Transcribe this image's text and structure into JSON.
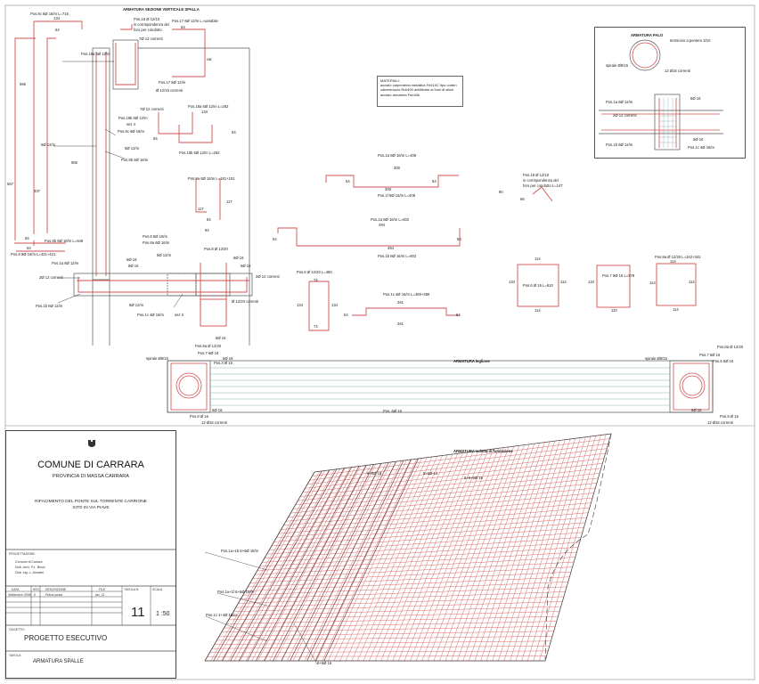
{
  "sections": {
    "armatura_sezione": "ARMATURA SEZIONE VERTICALE SPALLA",
    "armatura_palo": "ARMATURA PALO",
    "armatura_leglione": "ARMATURA leglione",
    "armatura_soletta": "ARMATURA soletta di fondazione"
  },
  "materiali": {
    "title": "MATERIALI:",
    "lines": [
      "acciaio carpenteria metallica Fe510C tipo corten",
      "calcestruzzo Rck400 additivato ai fumi di silice",
      "acciaio armatura Feb44k"
    ]
  },
  "bars": {
    "pos9c": "Pos.9c 6Ø 16/m L=716",
    "pos16": "Pos.16 Ø 12/10",
    "pos16_note1": "in corrispondenza del",
    "pos16_note2": "foro per condotto",
    "pos17": "Pos.17 6Ø 12/m L=variabile",
    "pos7_12": "7Ø 12 correnti",
    "pos18a_12": "Pos.18a 6Ø 12/m",
    "pos17b": "Pos.17 6Ø 12/m",
    "c12_15": "Ø 12/15 correnti",
    "pos18b": "Pos.18b 6Ø 12/m",
    "sez4": "sez 4",
    "pos9c2": "Pos.9c 6Ø 16/m",
    "pos6_12": "6Ø 12/m",
    "pos9b": "Pos.9b 6Ø 16/m",
    "pos9b_l": "Pos.9b 6Ø 16/m L=649",
    "pos9_l": "Pos.9 6Ø 16/m L=421+421",
    "pos18a_262": "Pos.18a 6Ø 12/m L=262",
    "pos18b_262": "Pos.18b 6Ø 12/m L=262",
    "pos9a_l": "Pos.9a 6Ø 16/m L=181+181",
    "pos1a_408": "Pos.1a 8Ø 16/m L=408",
    "pos1f_408": "Pos.1f 8Ø 16/m L=408",
    "pos18_10": "Pos.18 Ø 12/10",
    "pos18_note": "in corrispondenza del",
    "pos18_note2": "foro per condotto L=147",
    "pos1a_602": "Pos.1a 8Ø 16/m L=602",
    "pos1b_602": "Pos.1b 8Ø 16/m L=602",
    "pos5_480": "Pos.5 Ø 12/20 L=480",
    "pos1c_369": "Pos.1c 4Ø 16/m L=369+369",
    "pos6_610": "Pos.6 Ø 16 L=610",
    "pos7_578": "Pos.7 6Ø 16 L=578",
    "pos8a_342": "Pos.8a Ø 12/20 L=342+342",
    "pos8_16": "Pos.8 6Ø 16/m",
    "pos8a": "Pos.8a 6Ø 16/m",
    "pos1a": "Pos.1a 6Ø 12/m",
    "pos12corr": "2Ø 12 correnti",
    "pos1b": "Pos.1b 6Ø 12/m",
    "pos12m": "6Ø 12/m",
    "pos1c": "Pos.1c 4Ø 16/m",
    "sez3": "sez 3",
    "d16": "6Ø 16",
    "pos8_20": "Pos.8 Ø 12/20",
    "pos7_12b": "Ø 12/20 correnti",
    "pos6_12b": "Pos.6 6Ø 12/m",
    "pos7_16": "Pos.7 6Ø 16",
    "pos6_16": "Pos.6 6Ø 16",
    "spirale": "spirale Ø8/15",
    "pos8b": "Pos.8a Ø 12/20",
    "pos7b": "Pos.7 6Ø 16",
    "pos3": "Pos.3 Ø 16",
    "pos_16": "Pos. 6Ø 16",
    "p8": "Pos.8 Ø 16",
    "c12_16": "12 Ø16 correnti",
    "palo_term": "terminino a pentere 3/10",
    "palo_spir": "spirale Ø8/15",
    "palo_corr": "12 Ø16 correnti",
    "palo_1a": "Pos.1a 6Ø 12/m",
    "palo_2": "2Ø 12 correnti",
    "palo_1b": "Pos.1b 6Ø 12/m",
    "palo_16": "6Ø 16",
    "palo_1c": "Pos.1c 4Ø 16/m",
    "sol_a": "6+6Ø 16",
    "sol_b": "6+6Ø 12",
    "sol_c": "6+6+6Ø 16",
    "sol_d": "Pos.1a+1b 6+6Ø 16/m",
    "sol_e": "Pos.1a+1f 6+6Ø 16/m",
    "sol_f": "Pos.1c 4+4Ø 16/m",
    "sol_g": "6+6Ø 16"
  },
  "dims": [
    "134",
    "64",
    "566",
    "665",
    "557",
    "337",
    "6Ø 12/m",
    "64",
    "64",
    "134",
    "64",
    "64",
    "300",
    "54",
    "54",
    "300",
    "84",
    "117",
    "117",
    "84",
    "494",
    "54",
    "54",
    "494",
    "74",
    "134",
    "134",
    "74",
    "261",
    "54",
    "54",
    "261",
    "114",
    "134",
    "114",
    "114",
    "134",
    "110",
    "114",
    "114",
    "114",
    "114",
    "var",
    "64",
    "66",
    "80"
  ],
  "title_block": {
    "comune": "COMUNE DI CARRARA",
    "provincia": "PROVINCIA DI MASSA CARRARA",
    "titolo1": "RIFACIMENTO DEL PONTE SUL TORRENTE CARRIONE",
    "titolo2": "SITO IN VIA PIAVE",
    "progettazione_label": "PROGETTAZIONE:",
    "progettazione": [
      "Comune di Carrara",
      "Dott. Arch. P.L. Bessi",
      "Dott. Ing. L. Amadei"
    ],
    "h_data": "DATA",
    "h_rev": "REV.",
    "h_descr": "DESCRIZIONE",
    "h_file": "FILE",
    "h_tavola": "TAVOLA N.",
    "h_scala": "SCALA",
    "data": "Settembre 2006",
    "rev": "0",
    "descr": "Prima posta",
    "file": "tav_11",
    "tavola": "11",
    "scala": "1 :50",
    "oggetto_label": "OGGETTO:",
    "oggetto": "PROGETTO ESECUTIVO",
    "tavola_label": "TAVOLA:",
    "tavola_title": "ARMATURA SPALLE"
  },
  "colors": {
    "rebar": "#d0504f",
    "line": "#555555",
    "grid_red": "#d96a6a"
  }
}
